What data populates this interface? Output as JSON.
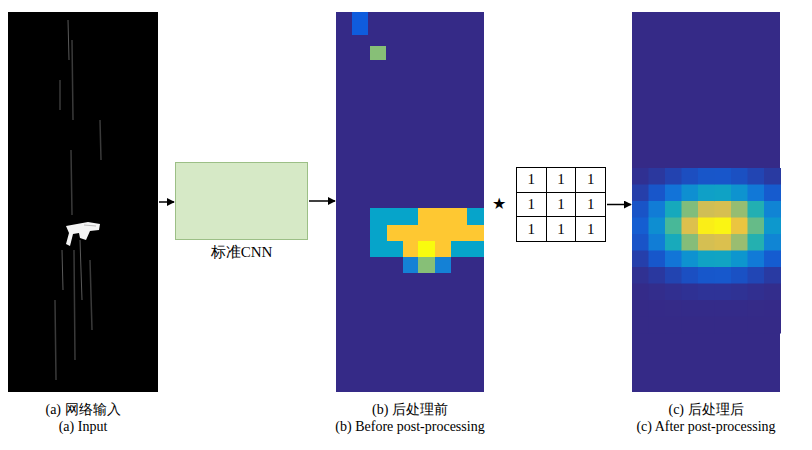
{
  "diagram": {
    "nodes": [
      {
        "text": [
          "(a) 网络输入",
          "(a) Input"
        ]
      },
      {
        "text": [
          "标准CNN"
        ]
      },
      {
        "text": [
          "(b) 后处理前",
          "(b) Before post-processing"
        ]
      },
      {
        "text": [
          "1",
          "1",
          "1",
          "1",
          "1",
          "1",
          "1",
          "1",
          "1"
        ]
      },
      {
        "text": [
          "(c) 后处理后",
          "(c) After post-processing"
        ]
      }
    ],
    "edges": [
      {
        "from": 0,
        "to": 1,
        "arrow": "to"
      },
      {
        "from": 1,
        "to": 2,
        "arrow": "to"
      },
      {
        "from": 3,
        "to": 4,
        "arrow": "to"
      }
    ],
    "labels": [
      "★"
    ]
  }
}
